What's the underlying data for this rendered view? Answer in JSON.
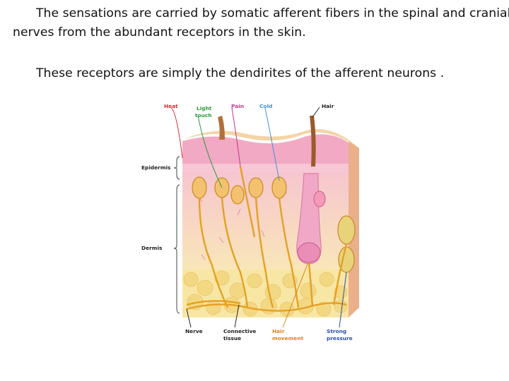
{
  "text": {
    "para1_line1": "The sensations are carried by somatic afferent fibers in the spinal and cranial",
    "para1_line2": "nerves from the abundant receptors in the skin.",
    "para2": "These receptors are simply the dendirites of the afferent neurons ."
  },
  "figure": {
    "labels": {
      "heat": "Heat",
      "light_touch_1": "Light",
      "light_touch_2": "touch",
      "pain": "Pain",
      "cold": "Cold",
      "hair": "Hair",
      "epidermis": "Epidermis",
      "dermis": "Dermis",
      "nerve": "Nerve",
      "connective_1": "Connective",
      "connective_2": "tissue",
      "hair_movement_1": "Hair",
      "hair_movement_2": "movement",
      "strong_pressure_1": "Strong",
      "strong_pressure_2": "pressure"
    },
    "colors": {
      "heat": "#d62b2b",
      "light_touch": "#2e9a3c",
      "pain": "#c5338f",
      "cold": "#3f8fd6",
      "hair_movement": "#e0821b",
      "strong_pressure": "#2a4fa8",
      "black": "#222222"
    }
  }
}
